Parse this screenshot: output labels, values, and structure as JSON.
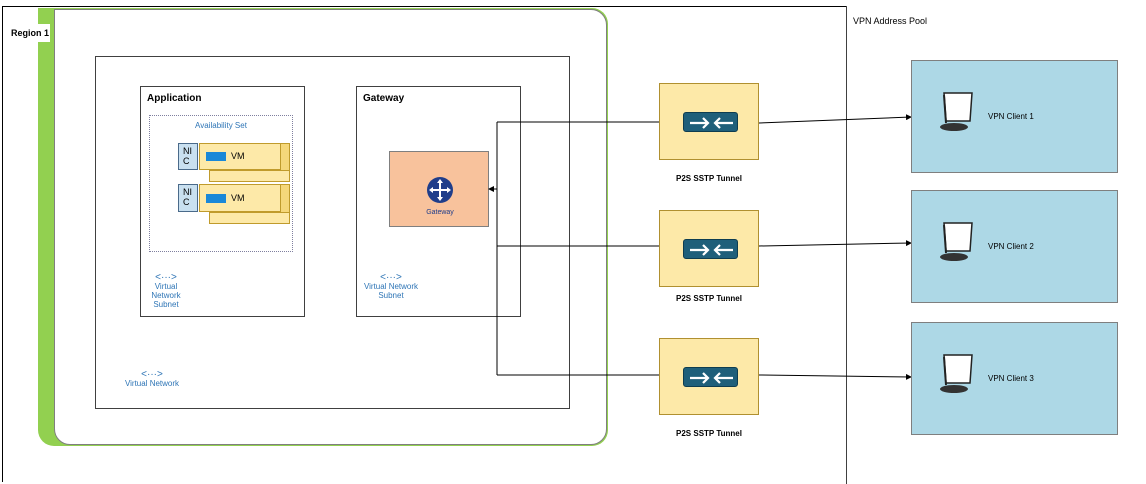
{
  "region": {
    "label": "Region 1"
  },
  "vnet": {
    "label": "Virtual Network"
  },
  "application": {
    "title": "Application",
    "availability_set": "Availability Set",
    "vms": [
      {
        "nic": "NI C",
        "vm": "VM"
      },
      {
        "nic": "NI C",
        "vm": "VM"
      }
    ],
    "subnet_label_1": "Virtual Network",
    "subnet_label_2": "Subnet"
  },
  "gateway_subnet": {
    "title": "Gateway",
    "gateway_label": "Gateway",
    "subnet_label_1": "Virtual Network",
    "subnet_label_2": "Subnet"
  },
  "tunnels": [
    {
      "label": "P2S SSTP Tunnel"
    },
    {
      "label": "P2S SSTP Tunnel"
    },
    {
      "label": "P2S SSTP Tunnel"
    }
  ],
  "pool": {
    "title": "VPN Address Pool",
    "clients": [
      {
        "label": "VPN Client 1"
      },
      {
        "label": "VPN Client 2"
      },
      {
        "label": "VPN Client 3"
      }
    ]
  },
  "colors": {
    "region_accent": "#92d050",
    "subnet_text": "#2e75b6",
    "gateway_fill": "#f8c29c",
    "tunnel_fill": "#fde9a8",
    "client_fill": "#add8e6"
  }
}
